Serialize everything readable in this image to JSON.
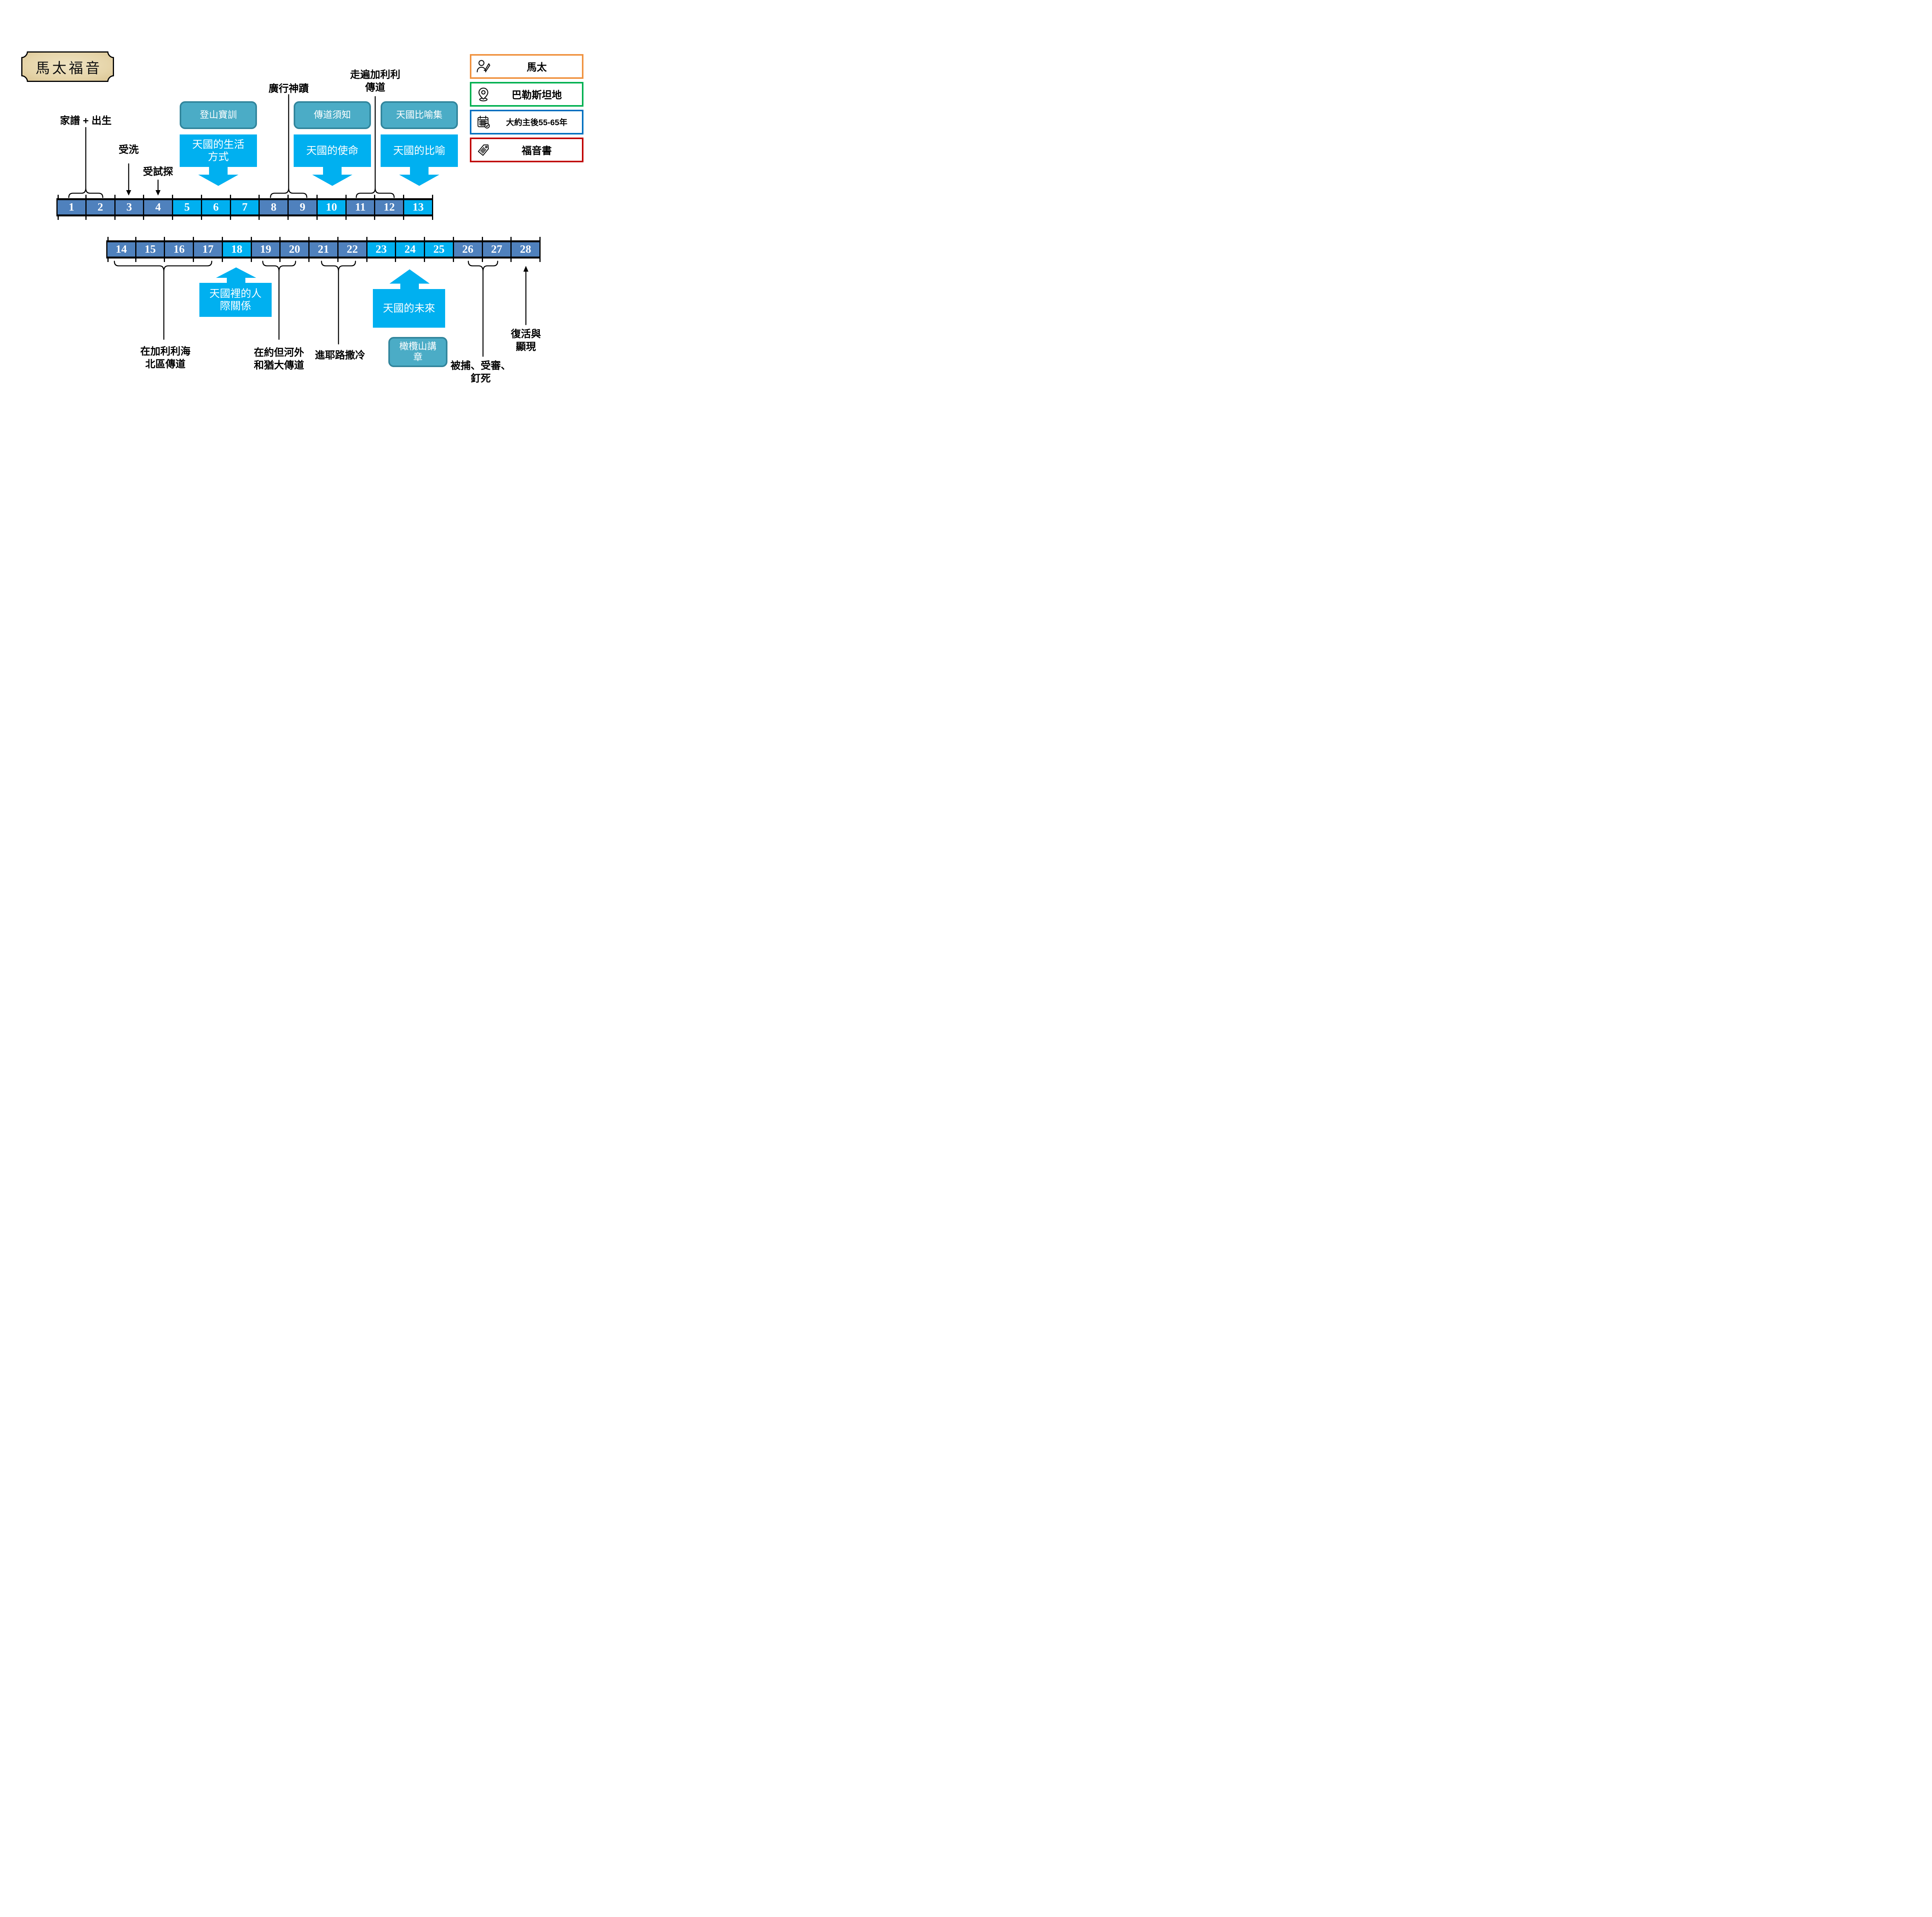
{
  "title": "馬太福音",
  "legend": {
    "author": {
      "label": "馬太",
      "border_color": "#F0923F",
      "icon": "writer-icon"
    },
    "place": {
      "label": "巴勒斯坦地",
      "border_color": "#00B050",
      "icon": "location-pin-icon"
    },
    "date": {
      "label": "大約主後55-65年",
      "border_color": "#0070C0",
      "icon": "calendar-check-icon"
    },
    "genre": {
      "label": "福音書",
      "border_color": "#C00000",
      "icon": "tag-icon"
    }
  },
  "colors": {
    "chapter_default": "#4F81BD",
    "chapter_highlight": "#00B0F0",
    "callout_fill": "#4BACC6",
    "callout_border": "#31859C",
    "banner_fill": "#00B0F0",
    "plaque_fill": "#E6D5AA"
  },
  "timeline": {
    "row1": [
      {
        "num": "1",
        "highlight": false
      },
      {
        "num": "2",
        "highlight": false
      },
      {
        "num": "3",
        "highlight": false
      },
      {
        "num": "4",
        "highlight": false
      },
      {
        "num": "5",
        "highlight": true
      },
      {
        "num": "6",
        "highlight": true
      },
      {
        "num": "7",
        "highlight": true
      },
      {
        "num": "8",
        "highlight": false
      },
      {
        "num": "9",
        "highlight": false
      },
      {
        "num": "10",
        "highlight": true
      },
      {
        "num": "11",
        "highlight": false
      },
      {
        "num": "12",
        "highlight": false
      },
      {
        "num": "13",
        "highlight": true
      }
    ],
    "row2": [
      {
        "num": "14",
        "highlight": false
      },
      {
        "num": "15",
        "highlight": false
      },
      {
        "num": "16",
        "highlight": false
      },
      {
        "num": "17",
        "highlight": false
      },
      {
        "num": "18",
        "highlight": true
      },
      {
        "num": "19",
        "highlight": false
      },
      {
        "num": "20",
        "highlight": false
      },
      {
        "num": "21",
        "highlight": false
      },
      {
        "num": "22",
        "highlight": false
      },
      {
        "num": "23",
        "highlight": true
      },
      {
        "num": "24",
        "highlight": true
      },
      {
        "num": "25",
        "highlight": true
      },
      {
        "num": "26",
        "highlight": false
      },
      {
        "num": "27",
        "highlight": false
      },
      {
        "num": "28",
        "highlight": false
      }
    ]
  },
  "sections": {
    "sermon_on_mount": {
      "title": "登山寶訓",
      "theme": "天國的生活\n方式"
    },
    "mission_instructions": {
      "title": "傳道須知",
      "theme": "天國的使命"
    },
    "parable_collection": {
      "title": "天國比喻集",
      "theme": "天國的比喻"
    },
    "relationships": {
      "theme": "天國裡的人\n際關係"
    },
    "future": {
      "theme": "天國的未來",
      "title": "橄欖山講\n章"
    }
  },
  "events": {
    "genealogy_birth": "家譜 + 出生",
    "baptism": "受洗",
    "temptation": "受試探",
    "miracles": "廣行神蹟",
    "galilee_tour": "走遍加利利\n傳道",
    "north_galilee": "在加利利海\n北區傳道",
    "beyond_jordan": "在約但河外\n和猶大傳道",
    "enter_jerusalem": "進耶路撒冷",
    "arrest_trial_crucifixion": "被捕、受審、\n釘死",
    "resurrection": "復活與\n顯現"
  }
}
